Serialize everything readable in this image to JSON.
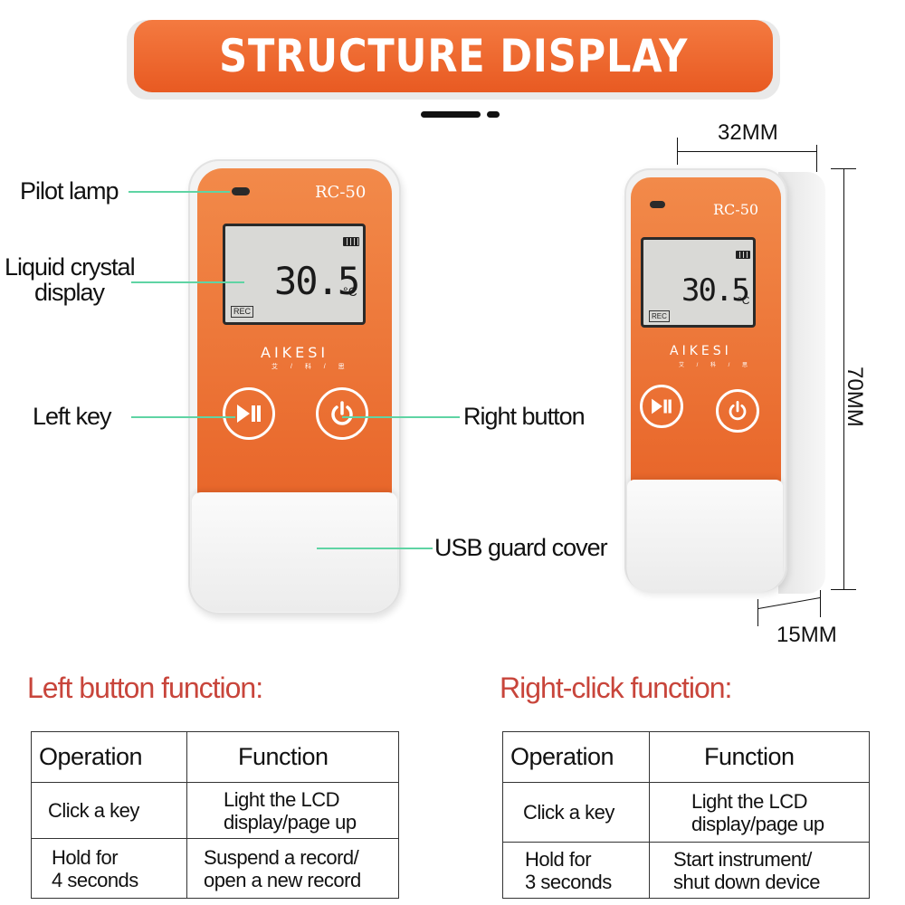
{
  "banner": {
    "title": "STRUCTURE DISPLAY"
  },
  "device": {
    "model": "RC-50",
    "lcd_value": "30.5",
    "lcd_unit": "°C",
    "rec_label": "REC",
    "brand": "AIKESI",
    "brand_sub": "艾 / 科 / 思"
  },
  "callouts": {
    "pilot_lamp": "Pilot lamp",
    "lcd_line1": "Liquid crystal",
    "lcd_line2": "display",
    "left_key": "Left key",
    "right_button": "Right button",
    "usb_cover": "USB guard cover"
  },
  "dimensions": {
    "width": "32MM",
    "height": "70MM",
    "depth": "15MM"
  },
  "left_table": {
    "title": "Left button function:",
    "headers": [
      "Operation",
      "Function"
    ],
    "rows": [
      {
        "op": [
          "Click a key"
        ],
        "fn": [
          "Light the LCD",
          "display/page up"
        ]
      },
      {
        "op": [
          "Hold for",
          "4 seconds"
        ],
        "fn": [
          "Suspend a record/",
          "open a new record"
        ]
      }
    ]
  },
  "right_table": {
    "title": "Right-click function:",
    "headers": [
      "Operation",
      "Function"
    ],
    "rows": [
      {
        "op": [
          "Click a key"
        ],
        "fn": [
          "Light the LCD",
          "display/page up"
        ]
      },
      {
        "op": [
          "Hold for",
          "3 seconds"
        ],
        "fn": [
          "Start instrument/",
          "shut down device"
        ]
      }
    ]
  },
  "colors": {
    "accent_orange": "#e8662a",
    "title_red": "#c8453b",
    "callout_line": "#5fd4a4"
  },
  "icons": [
    "play-pause-icon",
    "power-icon"
  ]
}
